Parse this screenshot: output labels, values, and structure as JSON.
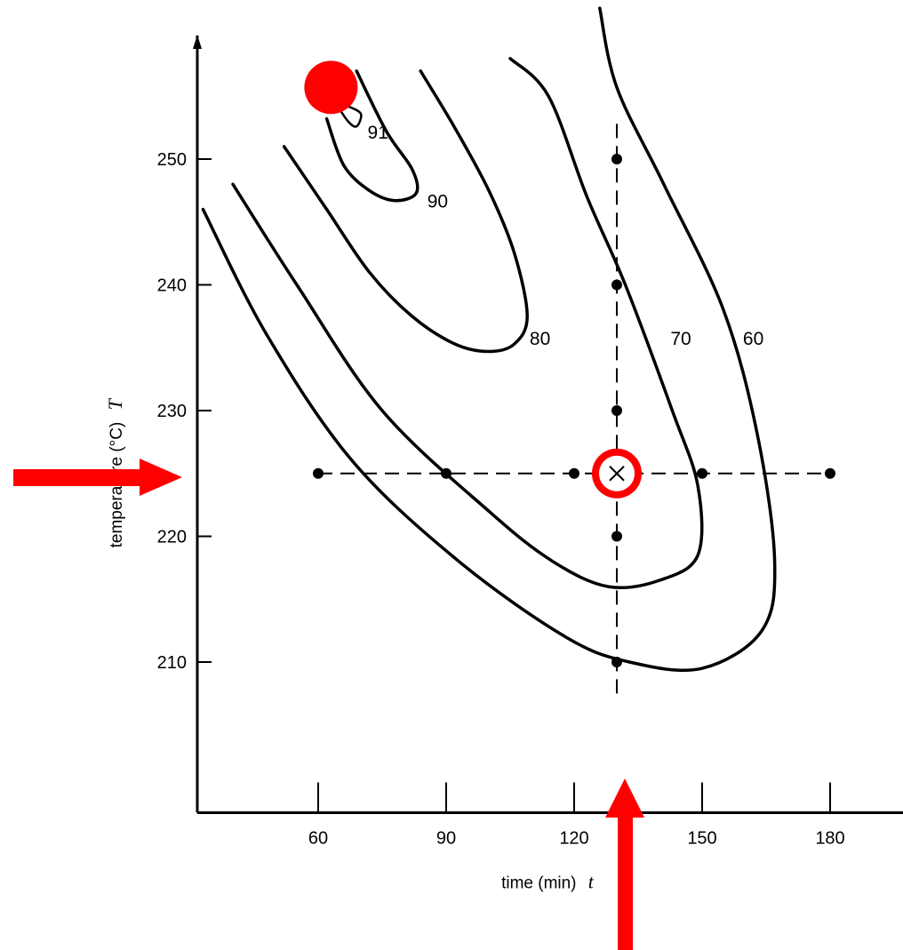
{
  "chart_data": {
    "type": "contour",
    "xlabel": "time (min)",
    "xlabel_symbol": "t",
    "ylabel": "temperature (°C)",
    "ylabel_symbol": "T",
    "x_ticks": [
      60,
      90,
      120,
      150,
      180
    ],
    "y_ticks": [
      210,
      220,
      230,
      240,
      250
    ],
    "xlim": [
      30,
      196
    ],
    "ylim": [
      200,
      257
    ],
    "grid": false,
    "contours": [
      {
        "label": "91",
        "points": [
          [
            64,
            254.5
          ],
          [
            67,
            253
          ],
          [
            69,
            252.6
          ],
          [
            70,
            253.6
          ],
          [
            67,
            254.2
          ],
          [
            64,
            254.5
          ]
        ]
      },
      {
        "label": "90",
        "points": [
          [
            62,
            253.2
          ],
          [
            66,
            249.5
          ],
          [
            72,
            247.5
          ],
          [
            78,
            246.7
          ],
          [
            83,
            247.3
          ],
          [
            82,
            249.2
          ],
          [
            76,
            252.2
          ],
          [
            69,
            257
          ]
        ]
      },
      {
        "label": "80",
        "points": [
          [
            52,
            251
          ],
          [
            62,
            246
          ],
          [
            72,
            241
          ],
          [
            82,
            237.5
          ],
          [
            92,
            235.3
          ],
          [
            100,
            234.7
          ],
          [
            106,
            235.3
          ],
          [
            109,
            237.5
          ],
          [
            106,
            242.5
          ],
          [
            100,
            247.5
          ],
          [
            92,
            252.5
          ],
          [
            84,
            257
          ]
        ]
      },
      {
        "label": "70",
        "points": [
          [
            40,
            248
          ],
          [
            55,
            240
          ],
          [
            75,
            230
          ],
          [
            100,
            222
          ],
          [
            115,
            218
          ],
          [
            128,
            216
          ],
          [
            140,
            216.5
          ],
          [
            149,
            218.5
          ],
          [
            149,
            224
          ],
          [
            143,
            230
          ],
          [
            132,
            240
          ],
          [
            123,
            247
          ],
          [
            114,
            255
          ],
          [
            105,
            258
          ]
        ]
      },
      {
        "label": "60",
        "points": [
          [
            33,
            246
          ],
          [
            48,
            236
          ],
          [
            68,
            226
          ],
          [
            93,
            218
          ],
          [
            118,
            212
          ],
          [
            133,
            210
          ],
          [
            150,
            209.5
          ],
          [
            164,
            212.5
          ],
          [
            167,
            218
          ],
          [
            163,
            228
          ],
          [
            155,
            238
          ],
          [
            141,
            248
          ],
          [
            130,
            255.7
          ],
          [
            126,
            262
          ]
        ]
      }
    ],
    "annotations": [
      {
        "label": "91",
        "x": 74,
        "y": 252.2
      },
      {
        "label": "90",
        "x": 88,
        "y": 246.7
      },
      {
        "label": "80",
        "x": 112,
        "y": 235.8
      },
      {
        "label": "70",
        "x": 145,
        "y": 235.8
      },
      {
        "label": "60",
        "x": 162,
        "y": 235.8
      }
    ],
    "design_points": [
      {
        "x": 60,
        "y": 225
      },
      {
        "x": 90,
        "y": 225
      },
      {
        "x": 120,
        "y": 225
      },
      {
        "x": 150,
        "y": 225
      },
      {
        "x": 180,
        "y": 225
      },
      {
        "x": 130,
        "y": 210
      },
      {
        "x": 130,
        "y": 220
      },
      {
        "x": 130,
        "y": 230
      },
      {
        "x": 130,
        "y": 240
      },
      {
        "x": 130,
        "y": 250
      }
    ],
    "dashed_lines": [
      {
        "orientation": "horizontal",
        "at": 225,
        "from": 60,
        "to": 180
      },
      {
        "orientation": "vertical",
        "at": 130,
        "from": 207.5,
        "to": 253
      }
    ],
    "center_point": {
      "x": 130,
      "y": 225
    },
    "highlight_point": {
      "x": 63,
      "y": 255.7
    },
    "colors": {
      "ink": "#000000",
      "highlight": "#ff0000"
    }
  }
}
